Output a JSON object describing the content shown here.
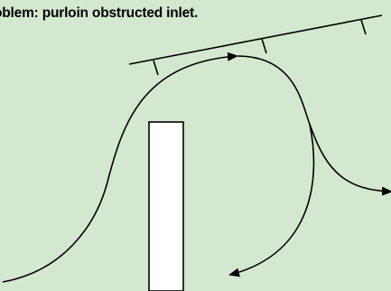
{
  "diagram": {
    "title": "oblem: purloin obstructed inlet.",
    "colors": {
      "background": "#d4e8cf",
      "stroke": "#000000",
      "post_fill": "#ffffff"
    },
    "elements": {
      "roof_line": "sloped roof line with purlins",
      "purlin_count": 3,
      "post": "vertical post",
      "airflow_paths": 3
    }
  }
}
